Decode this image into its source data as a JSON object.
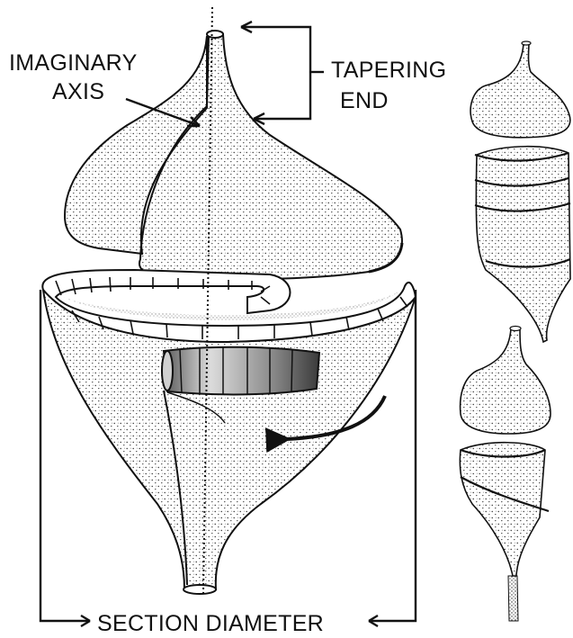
{
  "labels": {
    "imaginary": "IMAGINARY",
    "axis": "AXIS",
    "tapering": "TAPERING",
    "end": "END",
    "section_diameter": "SECTION DIAMETER"
  },
  "colors": {
    "ink": "#111111",
    "stipple": "#2a2a2a",
    "paper": "#ffffff",
    "shade": "#b8b8b8"
  }
}
